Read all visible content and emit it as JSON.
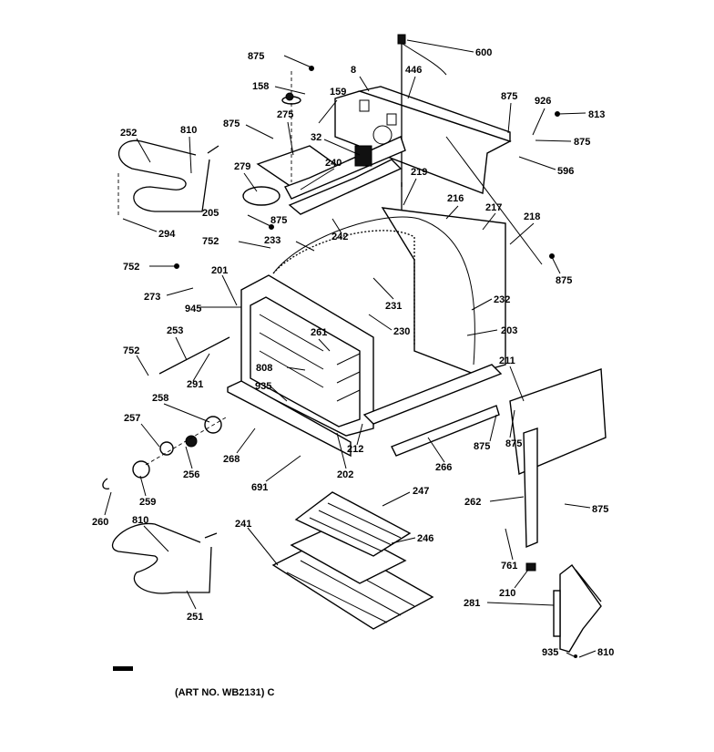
{
  "diagram": {
    "callouts": [
      "875",
      "600",
      "8",
      "446",
      "158",
      "159",
      "875",
      "926",
      "813",
      "875",
      "275",
      "252",
      "810",
      "32",
      "875",
      "279",
      "240",
      "596",
      "219",
      "216",
      "217",
      "218",
      "205",
      "875",
      "294",
      "752",
      "233",
      "242",
      "875",
      "752",
      "201",
      "273",
      "231",
      "232",
      "945",
      "230",
      "203",
      "261",
      "253",
      "752",
      "808",
      "291",
      "935",
      "211",
      "258",
      "257",
      "212",
      "875",
      "875",
      "268",
      "266",
      "256",
      "202",
      "691",
      "247",
      "259",
      "262",
      "875",
      "260",
      "810",
      "241",
      "246",
      "761",
      "210",
      "281",
      "251",
      "935",
      "810"
    ],
    "art_number": "(ART NO. WB2131) C"
  }
}
